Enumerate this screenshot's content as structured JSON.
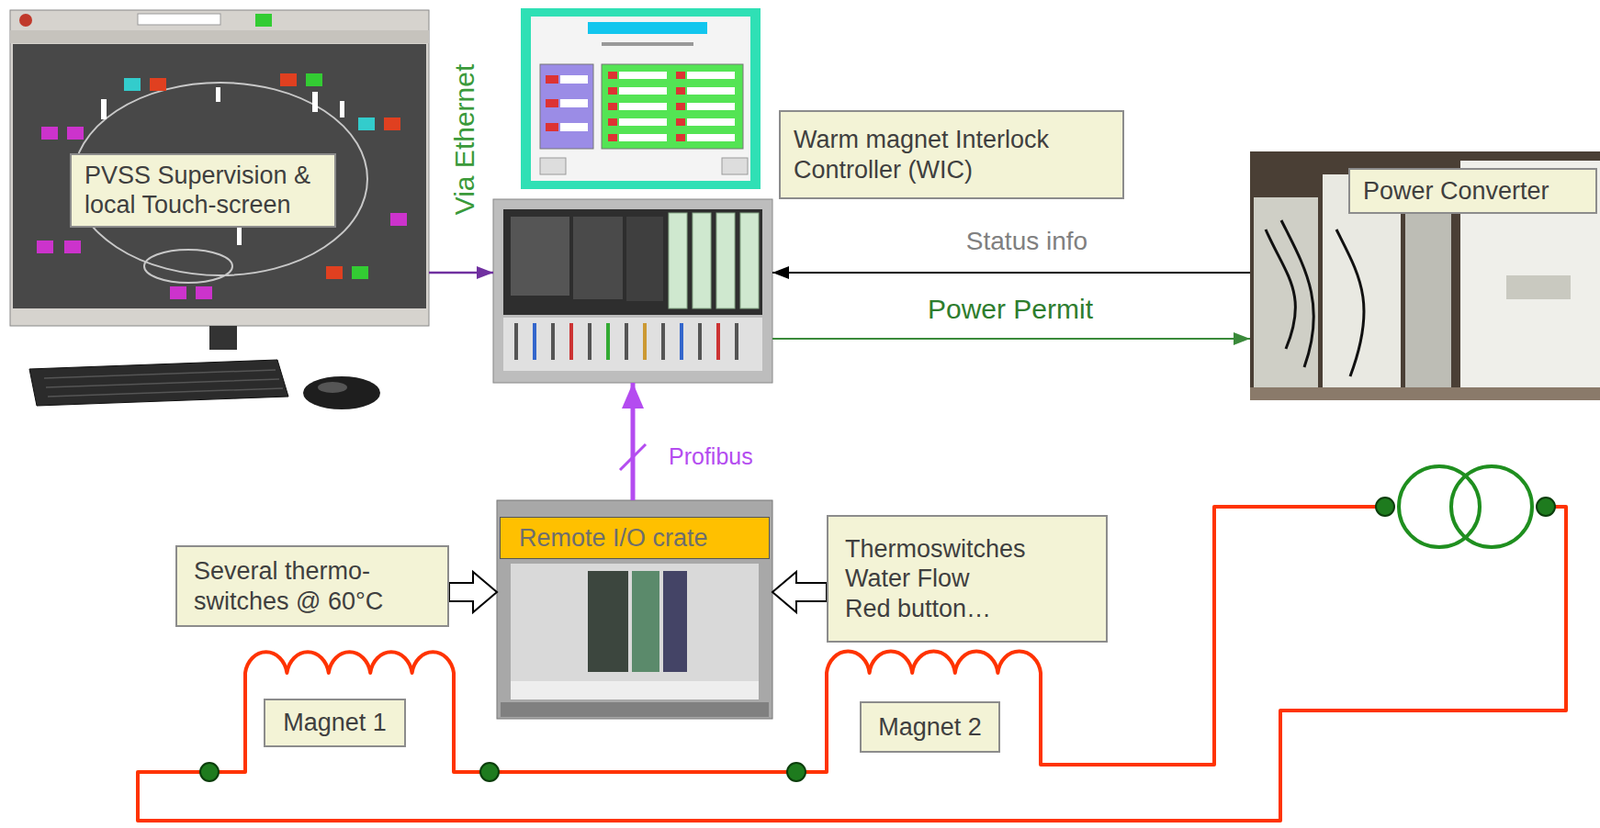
{
  "diagram": {
    "nodes": [
      {
        "text": [
          "PVSS Supervision & local Touch-screen"
        ]
      },
      {
        "text": [
          "Warm magnet Interlock Controller (WIC)"
        ]
      },
      {
        "text": [
          "Power Converter"
        ]
      },
      {
        "text": [
          "Remote I/O crate"
        ]
      },
      {
        "text": [
          "Several thermo- switches @ 60°C"
        ]
      },
      {
        "text": [
          "Thermoswitches",
          "Water Flow",
          "Red button…"
        ]
      },
      {
        "text": [
          "Magnet 1"
        ]
      },
      {
        "text": [
          "Magnet 2"
        ]
      }
    ],
    "edges": [
      {
        "from": 0,
        "to": 1,
        "arrow": "to",
        "label": "Via Ethernet"
      },
      {
        "from": 2,
        "to": 1,
        "arrow": "to",
        "label": "Status info"
      },
      {
        "from": 1,
        "to": 2,
        "arrow": "to",
        "label": "Power Permit"
      },
      {
        "from": 3,
        "to": 1,
        "arrow": "to",
        "label": "Profibus"
      },
      {
        "from": 4,
        "to": 3,
        "arrow": "to"
      },
      {
        "from": 5,
        "to": 3,
        "arrow": "to"
      }
    ]
  }
}
